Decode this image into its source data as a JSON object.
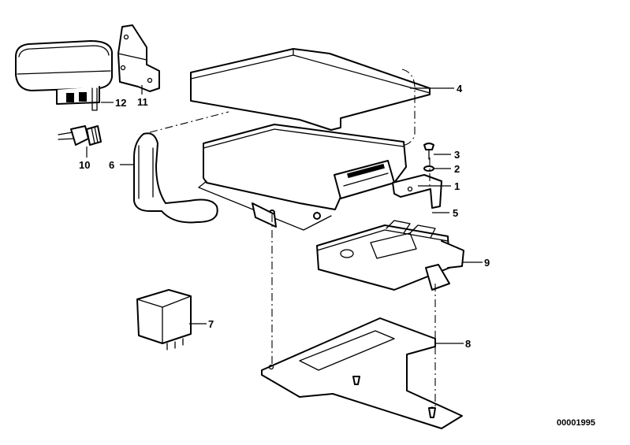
{
  "diagram": {
    "reference_number": "00001995",
    "callouts": [
      {
        "id": "c1",
        "label": "1"
      },
      {
        "id": "c2",
        "label": "2"
      },
      {
        "id": "c3",
        "label": "3"
      },
      {
        "id": "c4",
        "label": "4"
      },
      {
        "id": "c5",
        "label": "5"
      },
      {
        "id": "c6",
        "label": "6"
      },
      {
        "id": "c7",
        "label": "7"
      },
      {
        "id": "c8",
        "label": "8"
      },
      {
        "id": "c9",
        "label": "9"
      },
      {
        "id": "c10",
        "label": "10"
      },
      {
        "id": "c11",
        "label": "11"
      },
      {
        "id": "c12",
        "label": "12"
      }
    ]
  }
}
